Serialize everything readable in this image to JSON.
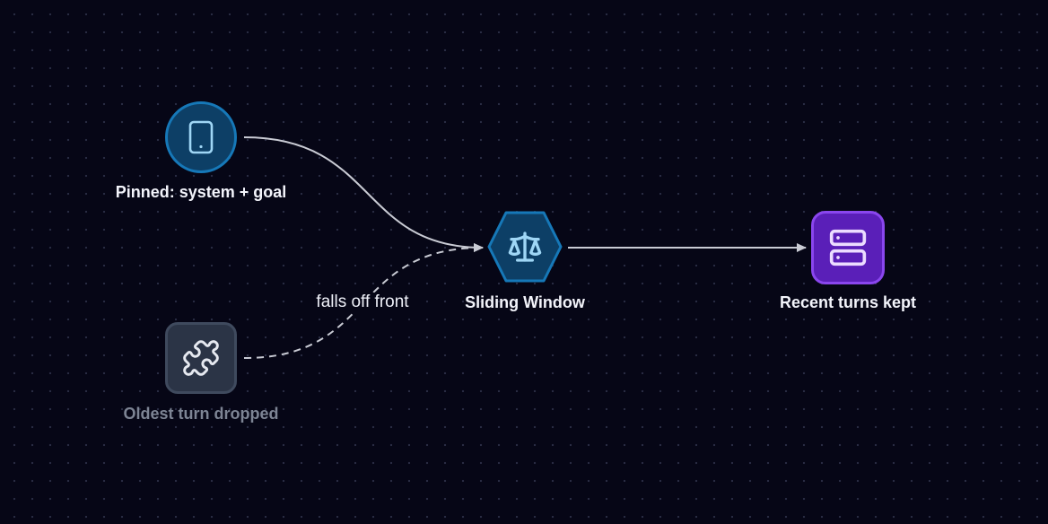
{
  "diagram": {
    "nodes": {
      "pinned": {
        "label": "Pinned: system + goal",
        "icon": "tablet-icon",
        "color": "#0d3f66"
      },
      "dropped": {
        "label": "Oldest turn dropped",
        "icon": "puzzle-icon",
        "color": "#2b3446"
      },
      "window": {
        "label": "Sliding Window",
        "icon": "scale-icon",
        "color": "#0d3f66"
      },
      "kept": {
        "label": "Recent turns kept",
        "icon": "server-icon",
        "color": "#5a1fb8"
      }
    },
    "edges": {
      "dropped_to_window": {
        "label": "falls off front"
      }
    }
  }
}
